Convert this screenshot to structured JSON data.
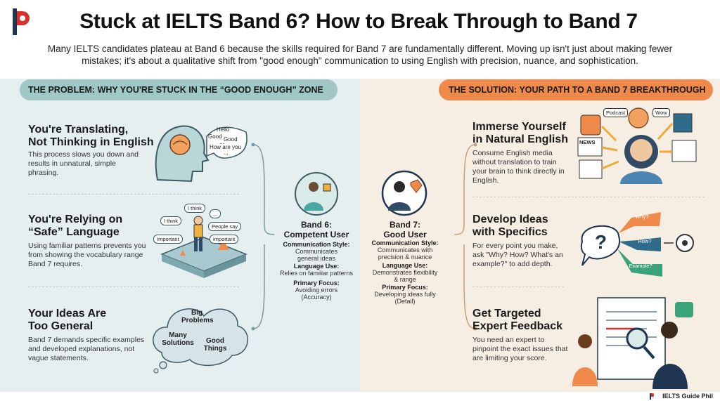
{
  "header": {
    "title": "Stuck at IELTS Band 6? How to Break Through to Band 7",
    "subtitle": "Many IELTS candidates plateau at Band 6 because the skills required for Band 7 are fundamentally different. Moving up isn't just about making fewer mistakes; it's about a qualitative shift from \"good enough\" communication to using English with precision, nuance, and sophistication."
  },
  "problem": {
    "banner": "The Problem: Why You're Stuck in the “Good Enough” Zone",
    "items": [
      {
        "title_line1": "You're Translating,",
        "title_line2": "Not Thinking in English",
        "body": "This process slows you down and results in unnatural, simple phrasing."
      },
      {
        "title_line1": "You're Relying on",
        "title_line2": "“Safe” Language",
        "body": "Using familiar patterns prevents you from showing the vocabulary range Band 7 requires."
      },
      {
        "title_line1": "Your Ideas Are",
        "title_line2": "Too General",
        "body": "Band 7 demands specific examples and developed explanations, not vague statements."
      }
    ],
    "speech": {
      "hello": "Hello",
      "good1": "Good",
      "good2": "Good",
      "how": "How are you",
      "dots1": "...",
      "dots2": "..."
    },
    "tags": {
      "think1": "I think",
      "think2": "I think",
      "dots": "...",
      "people": "People say",
      "important1": "Important",
      "important2": "important"
    },
    "cloud": {
      "a": "Big Problems",
      "b": "Many Solutions",
      "c": "Good Things"
    }
  },
  "band6": {
    "title_line1": "Band 6:",
    "title_line2": "Competent User",
    "style_label": "Communication Style:",
    "style_text": "Communicates general ideas",
    "language_label": "Language Use:",
    "language_text": "Relies on familiar patterns",
    "focus_label": "Primary Focus:",
    "focus_text": "Avoiding errors (Accuracy)"
  },
  "band7": {
    "title_line1": "Band 7:",
    "title_line2": "Good User",
    "style_label": "Communication Style:",
    "style_text": "Communicates with precision & nuance",
    "language_label": "Language Use:",
    "language_text": "Demonstrates flexibility & range",
    "focus_label": "Primary Focus:",
    "focus_text": "Developing ideas fully (Detail)"
  },
  "solution": {
    "banner": "The Solution: Your Path to a Band 7 Breakthrough",
    "items": [
      {
        "title_line1": "Immerse Yourself",
        "title_line2": "in Natural English",
        "body": "Consume English media without translation to train your brain to think directly in English."
      },
      {
        "title_line1": "Develop Ideas",
        "title_line2": "with Specifics",
        "body": "For every point you make, ask \"Why? How? What's an example?\" to add depth."
      },
      {
        "title_line1": "Get Targeted",
        "title_line2": "Expert Feedback",
        "body": "You need an expert to pinpoint the exact issues that are limiting your score."
      }
    ],
    "media": {
      "podcast": "Podcast",
      "news": "NEWS",
      "wow": "Wow"
    },
    "questions": {
      "why": "Why?",
      "how": "How?",
      "example": "Example?"
    }
  },
  "footer": {
    "brand": "IELTS Guide Phil"
  },
  "colors": {
    "teal": "#9fc8c6",
    "orange": "#f08a4b",
    "red": "#d9302c",
    "navy": "#1f3552"
  }
}
